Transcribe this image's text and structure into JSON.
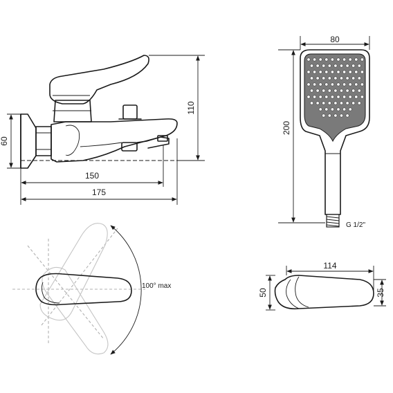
{
  "diagram": {
    "faucet_side": {
      "height_dim": "110",
      "inlet_dim": "60",
      "spout_dim": "150",
      "total_dim": "175"
    },
    "hand_shower": {
      "width_dim": "80",
      "length_dim": "200",
      "thread_label": "G 1/2\""
    },
    "lever_top": {
      "rotation_label": "100° max"
    },
    "lever_detail": {
      "length_dim": "114",
      "height_left_dim": "50",
      "height_right_dim": "35"
    }
  }
}
